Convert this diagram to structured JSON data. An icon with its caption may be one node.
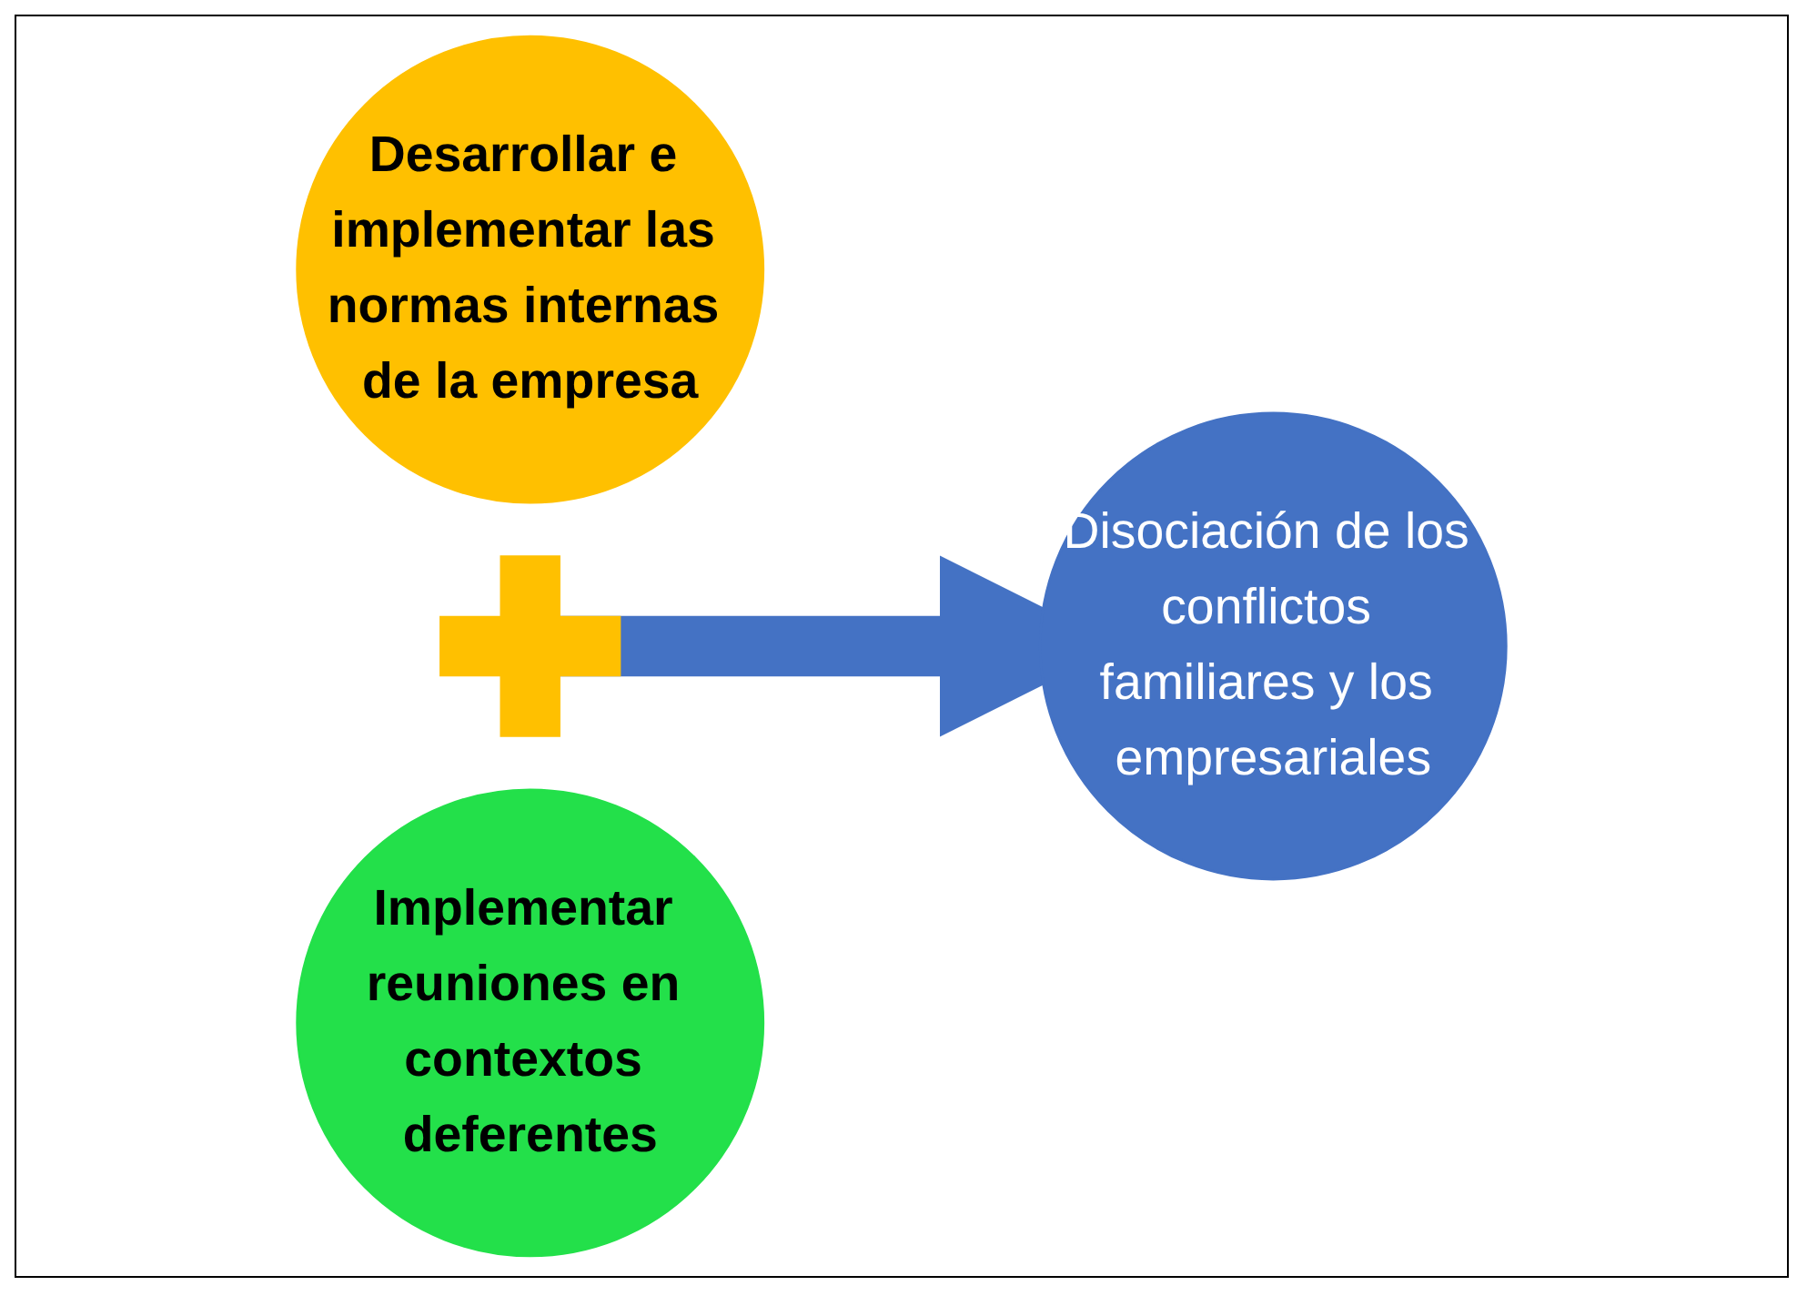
{
  "diagram": {
    "nodes": [
      {
        "text": [
          "Desarrollar e implementar las normas internas de la empresa"
        ]
      },
      {
        "text": [],
        "shape": "cross"
      },
      {
        "text": [
          "Implementar reuniones en contextos deferentes"
        ]
      },
      {
        "text": [
          "Disociación de los conflictos familiares y los empresariales"
        ]
      }
    ],
    "edges": [
      {
        "from": 1,
        "to": 3,
        "arrow": "to",
        "color": "#4472c4"
      }
    ]
  }
}
